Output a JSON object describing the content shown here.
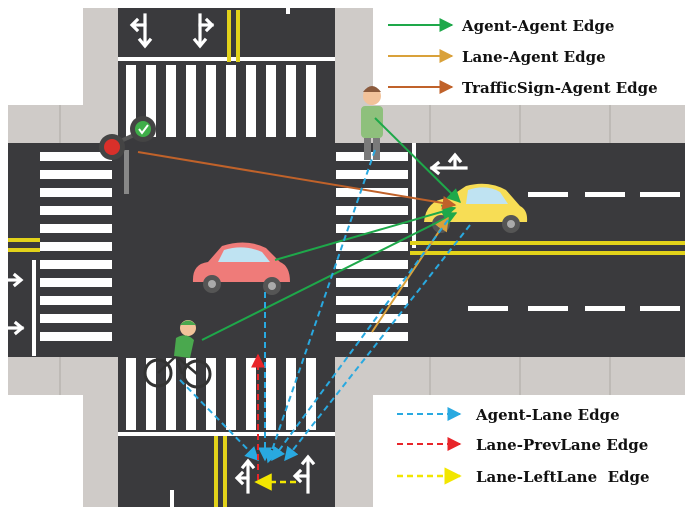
{
  "legend_top": [
    {
      "label": "Agent-Agent Edge",
      "color": "#1ea84a",
      "style": "solid"
    },
    {
      "label": "Lane-Agent Edge",
      "color": "#d9a13a",
      "style": "solid"
    },
    {
      "label": "TrafficSign-Agent Edge",
      "color": "#c0622a",
      "style": "solid"
    }
  ],
  "legend_bottom": [
    {
      "label": "Agent-Lane Edge",
      "color": "#29a9e0",
      "style": "dashed"
    },
    {
      "label": "Lane-PrevLane Edge",
      "color": "#e8252a",
      "style": "dashed"
    },
    {
      "label": "Lane-LeftLane  Edge",
      "color": "#f2e600",
      "style": "dashed"
    }
  ],
  "colors": {
    "road": "#3a3a3d",
    "sidewalk": "#cfcbc8",
    "sidewalk_edge": "#b9b4b1",
    "yellow_line": "#e2d21a",
    "marking": "#ffffff",
    "car_yellow": "#f7dd55",
    "car_red": "#ef7b79",
    "cyclist_green": "#4aa84e"
  },
  "agents": [
    "pedestrian",
    "yellow-car",
    "red-car",
    "cyclist"
  ],
  "traffic_light": {
    "lights": [
      "red",
      "green"
    ]
  }
}
